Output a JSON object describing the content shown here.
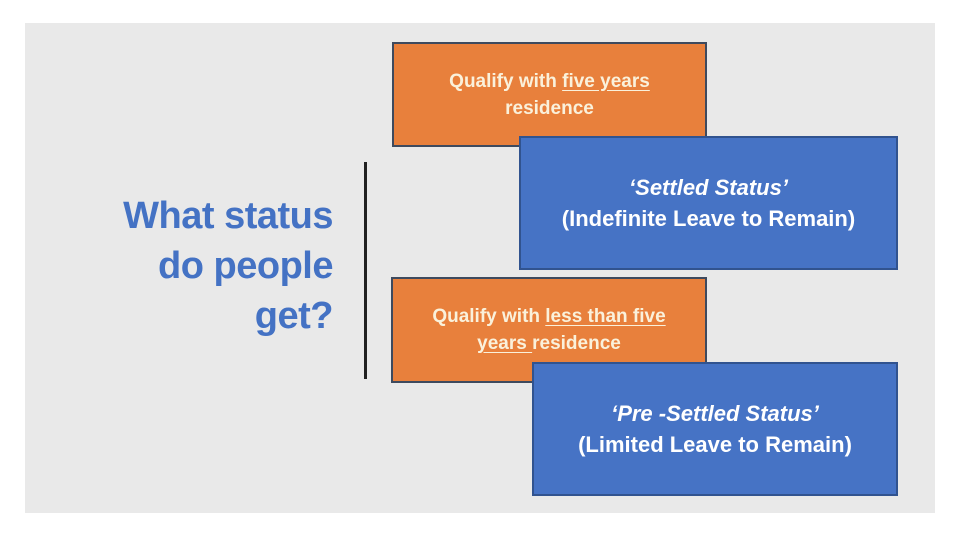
{
  "slide": {
    "title": {
      "line1": "What status",
      "line2": "do people",
      "line3": "get?"
    },
    "boxes": {
      "qualify_five": {
        "prefix": "Qualify with ",
        "underlined": "five years",
        "suffix": " residence"
      },
      "settled": {
        "line1": "‘Settled Status’",
        "line2": "(Indefinite Leave to Remain)"
      },
      "qualify_less": {
        "prefix": "Qualify with ",
        "underlined": "less than five years ",
        "suffix": "residence"
      },
      "pre_settled": {
        "line1": "‘Pre -Settled Status’",
        "line2": "(Limited Leave to Remain)"
      }
    },
    "colors": {
      "slide_background": "#e9e9e9",
      "title_text": "#4472c4",
      "orange_fill": "#e8803c",
      "orange_border": "#3e4a5e",
      "orange_text": "#faf1db",
      "blue_fill": "#4673c5",
      "blue_border": "#31538f",
      "blue_text": "#ffffff",
      "divider": "#212121"
    }
  }
}
